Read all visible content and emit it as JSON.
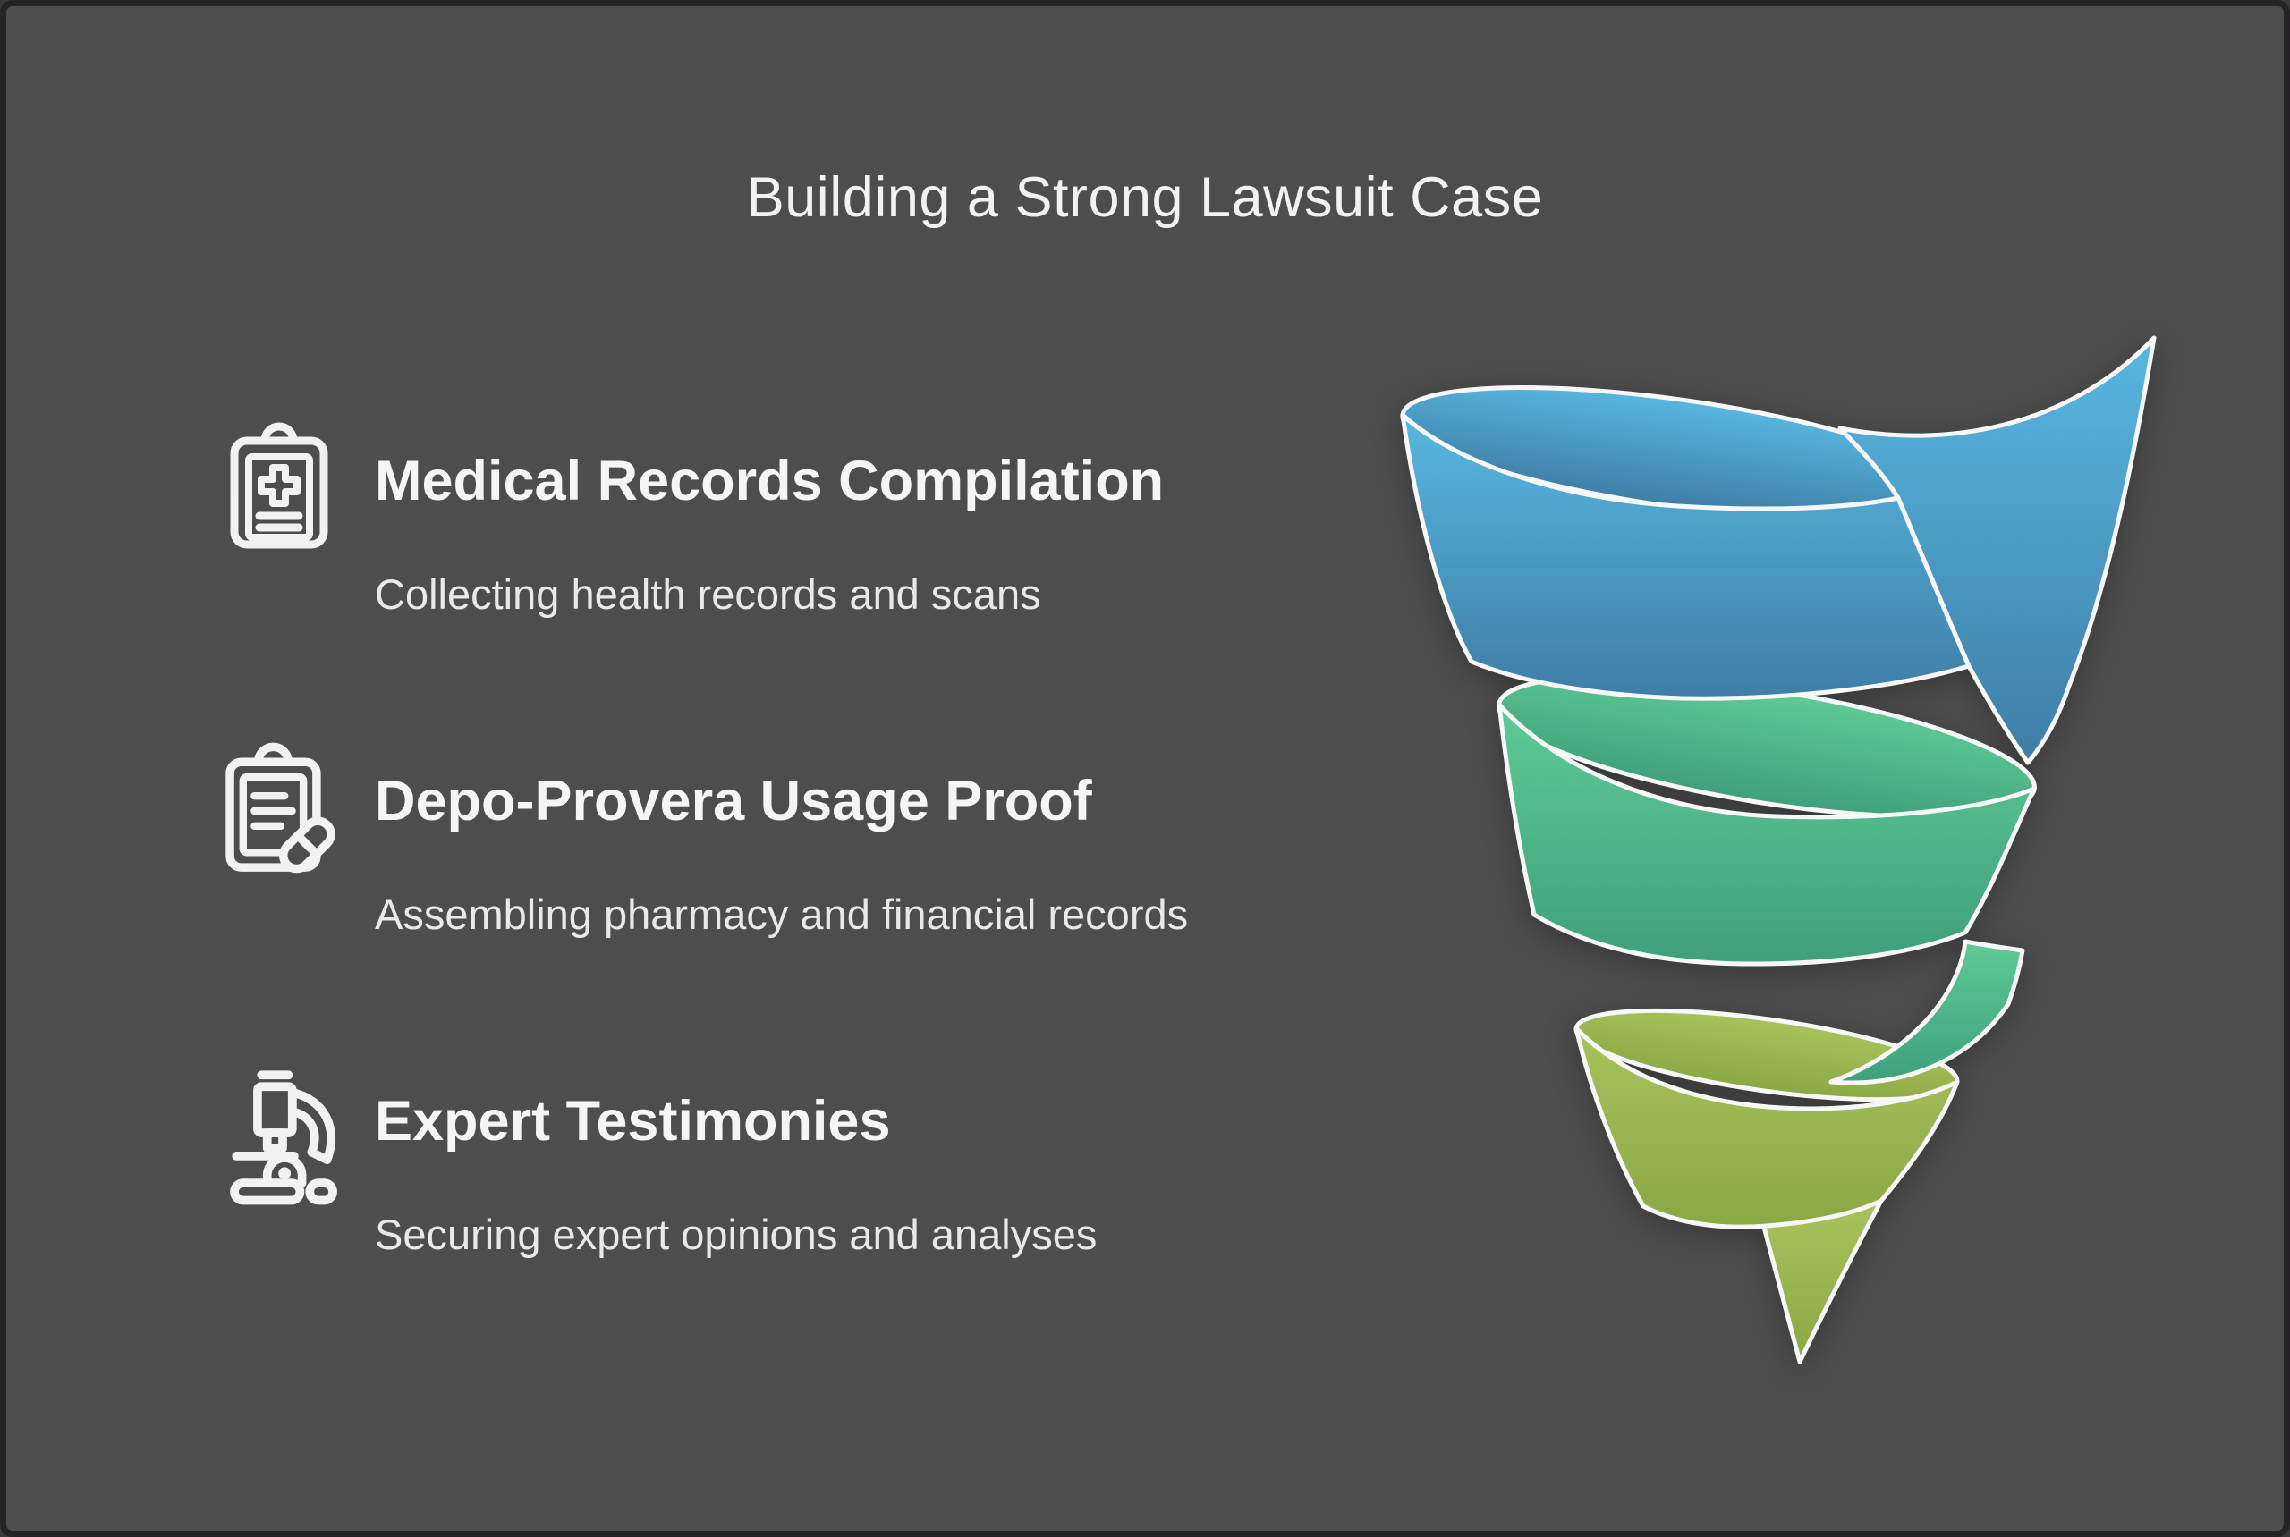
{
  "page": {
    "title": "Building a Strong Lawsuit Case"
  },
  "items": [
    {
      "icon": "clipboard-medical-icon",
      "title": "Medical Records Compilation",
      "subtitle": "Collecting health records and scans"
    },
    {
      "icon": "clipboard-pill-icon",
      "title": "Depo-Provera Usage Proof",
      "subtitle": "Assembling pharmacy and financial records"
    },
    {
      "icon": "microscope-icon",
      "title": "Expert Testimonies",
      "subtitle": "Securing expert opinions and analyses"
    }
  ],
  "funnel": {
    "description": "three-tier spiral ribbon funnel",
    "outline_color": "#f7f7f7",
    "tiers": [
      {
        "name": "top",
        "color_top": "#57b7e1",
        "color_bottom": "#3f7ea6"
      },
      {
        "name": "middle",
        "color_top": "#5ecb95",
        "color_bottom": "#3fa07c"
      },
      {
        "name": "bottom",
        "color_top": "#a9c35c",
        "color_bottom": "#8aa844"
      }
    ]
  },
  "colors": {
    "background": "#4e4d4e",
    "frame_border": "#252325",
    "title_text": "#f2f2f2",
    "body_text": "#e9e9e9",
    "icon_stroke": "#f2f2f2"
  }
}
